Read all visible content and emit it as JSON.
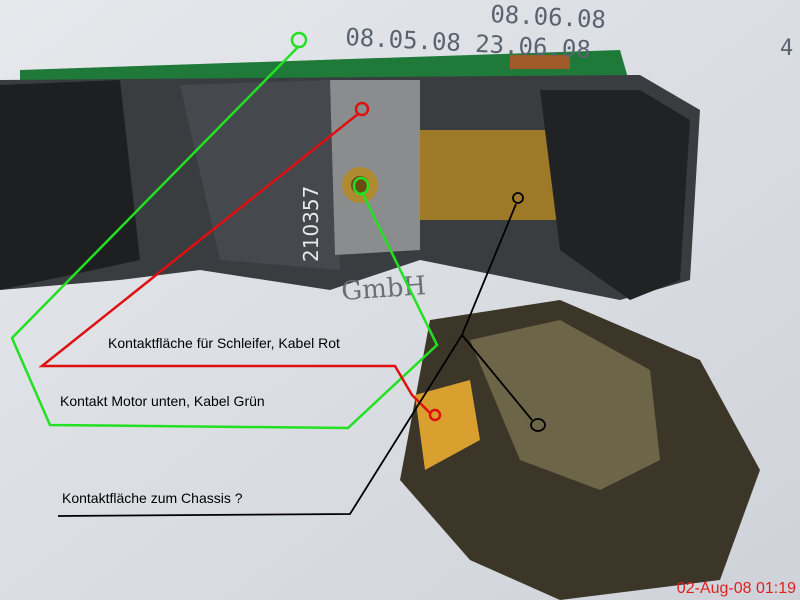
{
  "background_print": {
    "line1": "08.05.08  23.06.08",
    "line0": "08.06.08",
    "code": "210357",
    "company": "GmbH",
    "edge_digit": "4"
  },
  "annotations": {
    "red_label": "Kontaktfläche für Schleifer, Kabel Rot",
    "green_label": "Kontakt Motor unten, Kabel Grün",
    "black_label": "Kontaktfläche zum Chassis ?"
  },
  "timestamp": "02-Aug-08 01:19",
  "colors": {
    "green": "#22e022",
    "red": "#e01010",
    "black": "#000000",
    "stamp": "#e02020"
  }
}
